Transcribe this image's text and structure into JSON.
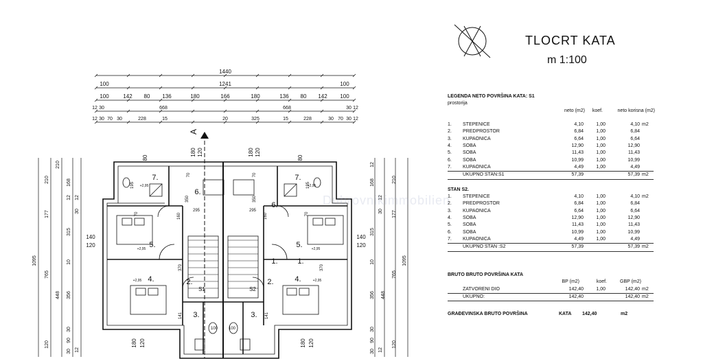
{
  "title": "TLOCRT  KATA",
  "scale": "m 1:100",
  "watermark": "Dubrovnikimmobilien",
  "legend": {
    "heading": "LEGENDA NETO POVRŠINA KATA:  S1",
    "subheading": "prostorija",
    "col_neto": "neto (m2)",
    "col_koef": "koef.",
    "col_korisna": "neto korisna (m2)",
    "s1_rows": [
      {
        "no": "1.",
        "name": "STEPENICE",
        "neto": "4,10",
        "koef": "1,00",
        "korisna": "4,10",
        "unit": "m2"
      },
      {
        "no": "2.",
        "name": "PREDPROSTOR",
        "neto": "6,84",
        "koef": "1,00",
        "korisna": "6,84",
        "unit": ""
      },
      {
        "no": "3.",
        "name": "KUPAONICA",
        "neto": "6,64",
        "koef": "1,00",
        "korisna": "6,64",
        "unit": ""
      },
      {
        "no": "4.",
        "name": "SOBA",
        "neto": "12,90",
        "koef": "1,00",
        "korisna": "12,90",
        "unit": ""
      },
      {
        "no": "5.",
        "name": "SOBA",
        "neto": "11,43",
        "koef": "1,00",
        "korisna": "11,43",
        "unit": ""
      },
      {
        "no": "6.",
        "name": "SOBA",
        "neto": "10,99",
        "koef": "1,00",
        "korisna": "10,99",
        "unit": ""
      },
      {
        "no": "7.",
        "name": "KUPAONICA",
        "neto": "4,49",
        "koef": "1,00",
        "korisna": "4,49",
        "unit": ""
      }
    ],
    "s1_total": {
      "name": "UKUPNO STAN:S1",
      "neto": "57,39",
      "korisna": "57,39",
      "unit": "m2"
    },
    "s2_heading": "STAN S2.",
    "s2_rows": [
      {
        "no": "1.",
        "name": "STEPENICE",
        "neto": "4,10",
        "koef": "1,00",
        "korisna": "4,10",
        "unit": "m2"
      },
      {
        "no": "2.",
        "name": "PREDPROSTOR",
        "neto": "6,84",
        "koef": "1,00",
        "korisna": "6,84",
        "unit": ""
      },
      {
        "no": "3.",
        "name": "KUPAONICA",
        "neto": "6,64",
        "koef": "1,00",
        "korisna": "6,64",
        "unit": ""
      },
      {
        "no": "4.",
        "name": "SOBA",
        "neto": "12,90",
        "koef": "1,00",
        "korisna": "12,90",
        "unit": ""
      },
      {
        "no": "5.",
        "name": "SOBA",
        "neto": "11,43",
        "koef": "1,00",
        "korisna": "11,43",
        "unit": ""
      },
      {
        "no": "6.",
        "name": "SOBA",
        "neto": "10,99",
        "koef": "1,00",
        "korisna": "10,99",
        "unit": ""
      },
      {
        "no": "7.",
        "name": "KUPAONICA",
        "neto": "4,49",
        "koef": "1,00",
        "korisna": "4,49",
        "unit": ""
      }
    ],
    "s2_total": {
      "name": "UKUPNO STAN :S2",
      "neto": "57,39",
      "korisna": "57,39",
      "unit": "m2"
    }
  },
  "bruto": {
    "heading": "BRUTO BRUTO POVRŠINA  KATA",
    "col_bp": "BP (m2)",
    "col_koef": "koef.",
    "col_gbp": "GBP (m2)",
    "rows": [
      {
        "name": "ZATVORENI DIO",
        "bp": "142,40",
        "koef": "1,00",
        "gbp": "142,40",
        "unit": "m2"
      },
      {
        "name": "UKUPNO:",
        "bp": "142,40",
        "koef": "",
        "gbp": "142,40",
        "unit": "m2"
      }
    ],
    "gbp_label": "GRAĐEVINSKA BRUTO POVRŠINA",
    "gbp_kata": "KATA",
    "gbp_value": "142,40",
    "gbp_unit": "m2"
  },
  "plan": {
    "top_dims": {
      "row1": [
        "1440"
      ],
      "row2": [
        "100",
        "1241",
        "100"
      ],
      "row3": [
        "100",
        "142",
        "80",
        "136",
        "180",
        "166",
        "180",
        "136",
        "80",
        "142",
        "100"
      ],
      "row4": [
        "12",
        "30",
        "668",
        "668",
        "30",
        "12"
      ],
      "row5": [
        "12",
        "30",
        "70",
        "30",
        "228",
        "15",
        "20",
        "325",
        "15",
        "228",
        "30",
        "70",
        "30",
        "12"
      ]
    },
    "left_dims": {
      "outer": [
        "1095"
      ],
      "mid": [
        "210",
        "177",
        "765",
        "120"
      ],
      "inner": [
        "210",
        "168",
        "12",
        "315",
        "10",
        "356",
        "30",
        "90",
        "30"
      ],
      "inner2": [
        "12",
        "30",
        "448",
        "12"
      ]
    },
    "right_dims": {
      "outer": [
        "1095"
      ],
      "mid": [
        "210",
        "177",
        "765",
        "120"
      ],
      "inner": [
        "168",
        "315",
        "10",
        "356",
        "30",
        "90",
        "30",
        "12"
      ],
      "inner2": [
        "12",
        "30",
        "448",
        "12"
      ]
    },
    "window_dims": {
      "left_140": "140",
      "left_120": "120",
      "right_140": "140",
      "right_120": "120",
      "top_180": "180",
      "top_120": "120",
      "top_80": "80",
      "top_180b": "180",
      "top_120b": "120",
      "top_80b": "80"
    },
    "room_labels": [
      "7.",
      "6.",
      "5.",
      "4.",
      "3.",
      "2.",
      "1.",
      "7.",
      "6.",
      "5.",
      "4.",
      "3.",
      "2.",
      "1."
    ],
    "room_heights": [
      "+2,95",
      "+2,95",
      "+2,95",
      "+2,95",
      "+2,95",
      "+2,95"
    ],
    "misc_dims": [
      "295",
      "295",
      "70",
      "350",
      "350",
      "70",
      "160",
      "160",
      "370",
      "370",
      "141",
      "141",
      "195",
      "195",
      "70",
      "70",
      "100",
      "100"
    ],
    "apartment_labels": [
      "S1",
      "S2"
    ],
    "section_mark": "A",
    "bottom_dims": [
      "180",
      "120",
      "180",
      "120"
    ]
  }
}
